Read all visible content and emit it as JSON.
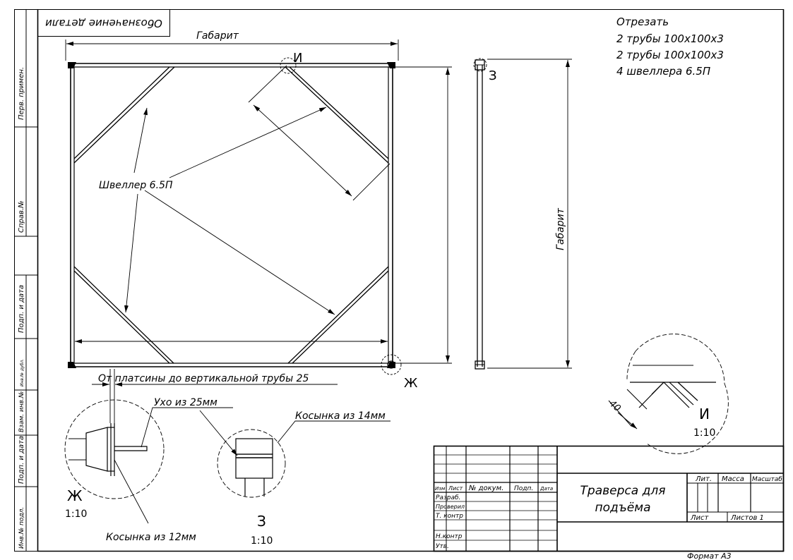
{
  "stamp_inverted": "Обозначение детали",
  "margin_labels": {
    "perv_primen": "Перв. примен.",
    "sprav_no": "Справ.№",
    "podp_data_1": "Подп. и дата",
    "inv_dubl": "Инв.№ дубл.",
    "vzam_inv": "Взам. инв.№",
    "podp_data_2": "Подп. и дата",
    "inv_podl": "Инв.№ подл."
  },
  "cut_list": {
    "title": "Отрезать",
    "items": [
      "2 трубы 100х100х3",
      "2 трубы 100х100х3",
      "4 швеллера 6.5П"
    ]
  },
  "dims": {
    "gabarit_top": "Габарит",
    "gabarit_side": "Габарит",
    "plate_to_tube": "От платсины до вертикальной трубы 25",
    "size_40": "40"
  },
  "callouts": {
    "channel": "Швеллер 6.5П",
    "ear": "Ухо из 25мм",
    "gusset_14": "Косынка из 14мм",
    "gusset_12": "Косынка из 12мм"
  },
  "views": {
    "I": {
      "letter": "И",
      "scale": "1:10"
    },
    "Z": {
      "letter": "З",
      "scale": "1:10"
    },
    "ZH": {
      "letter": "Ж",
      "scale": "1:10"
    }
  },
  "title_block": {
    "name_line1": "Траверса для",
    "name_line2": "подъёма",
    "col_izm": "Изм",
    "col_list": "Лист",
    "col_doc": "№ докум.",
    "col_podp": "Подп.",
    "col_date": "Дата",
    "razrab": "Разраб.",
    "proveril": "Проверил",
    "t_kontr": "Т. контр",
    "n_kontr": "Н.контр",
    "utv": "Утв.",
    "lit": "Лит.",
    "massa": "Масса",
    "masshtab": "Масштаб",
    "list": "Лист",
    "listov": "Листов 1",
    "format": "Формат А3"
  }
}
